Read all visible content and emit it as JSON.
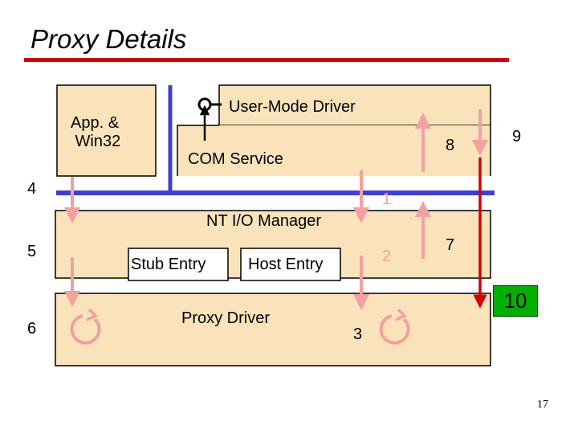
{
  "title": "Proxy Details",
  "slide_number": "17",
  "boxes": {
    "app_win32": "App. &\n Win32",
    "user_mode_driver": "User-Mode Driver",
    "com_service": "COM Service",
    "nt_io_manager": "NT I/O Manager",
    "stub_entry": "Stub Entry",
    "host_entry": "Host Entry",
    "proxy_driver": "Proxy Driver"
  },
  "steps": {
    "s1": "1",
    "s2": "2",
    "s3": "3",
    "s4": "4",
    "s5": "5",
    "s6": "6",
    "s7": "7",
    "s8": "8",
    "s9": "9",
    "s10": "10"
  },
  "colors": {
    "box_fill": "#fae3ba",
    "kernel_line": "#3f3fd8",
    "arrow_pink": "#f2a0a0",
    "arrow_red": "#d40000",
    "highlight_green": "#00b000",
    "title_rule": "#d40000"
  }
}
